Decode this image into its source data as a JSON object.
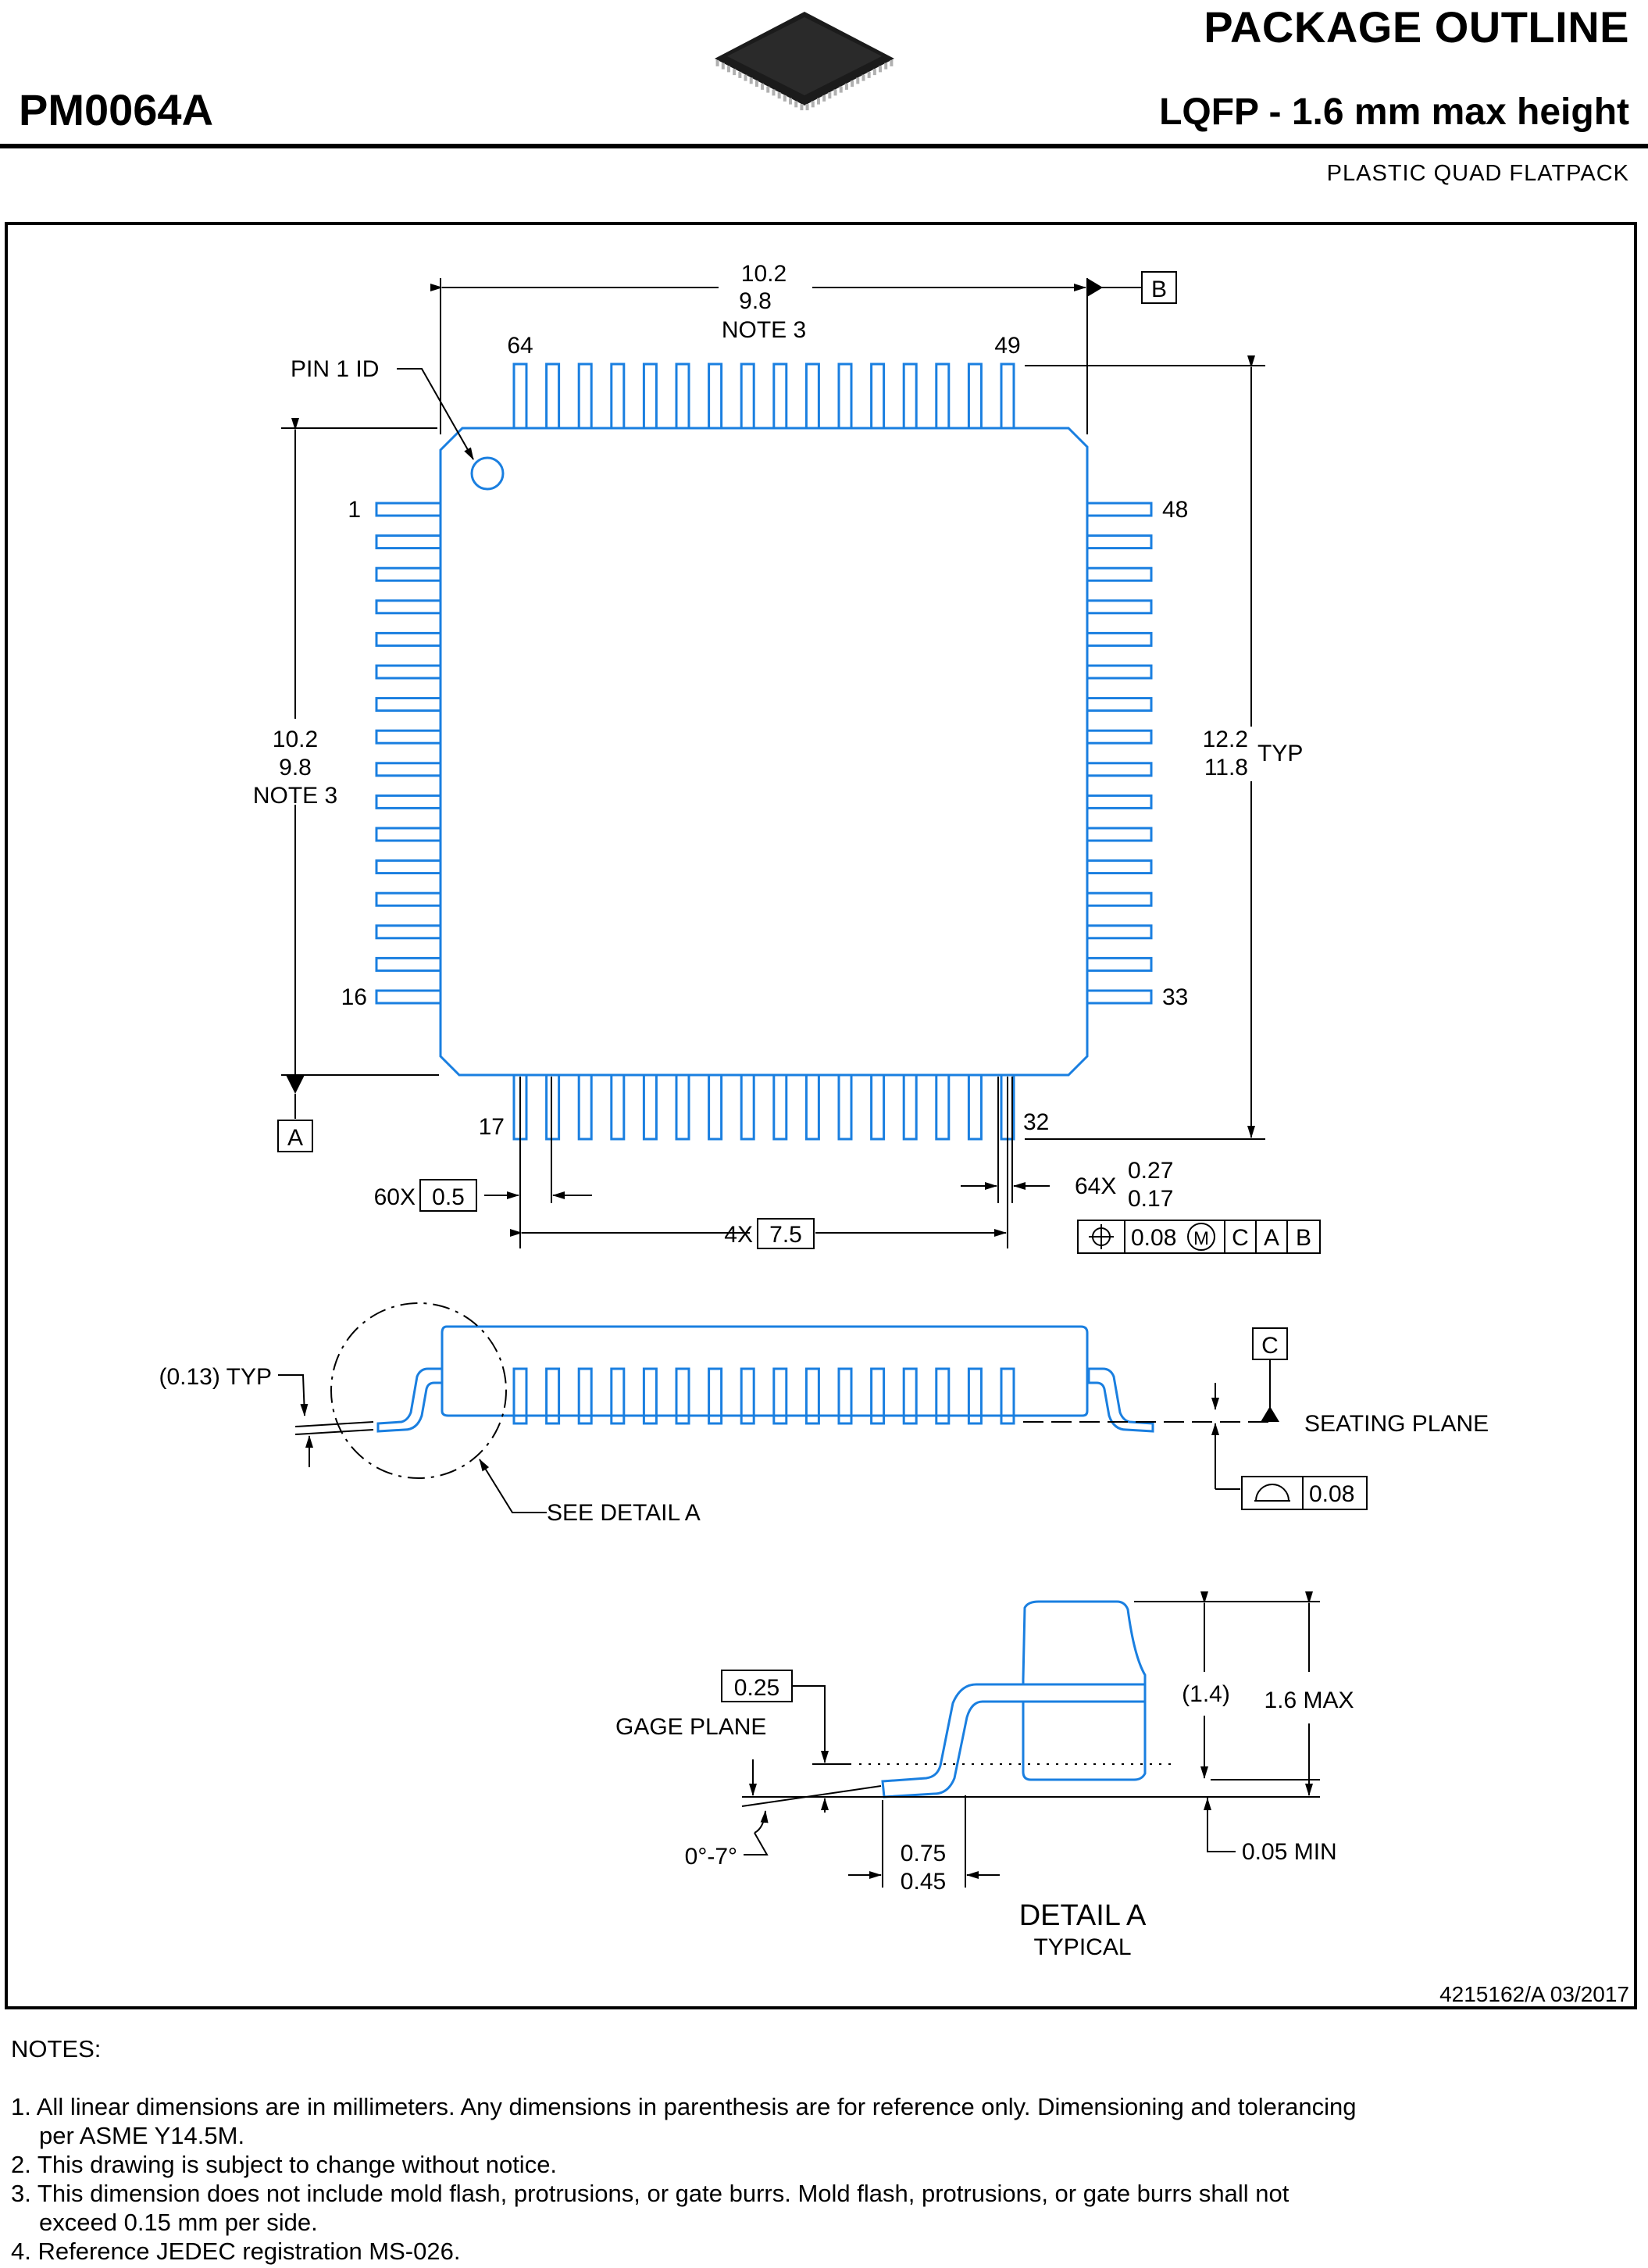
{
  "header": {
    "title": "PACKAGE OUTLINE",
    "code": "PM0064A",
    "subtitle": "LQFP - 1.6 mm max height",
    "package_type": "PLASTIC QUAD FLATPACK",
    "thumbnail_icon": "ic-chip-icon"
  },
  "colors": {
    "outline": "#1a7fe0",
    "line": "#000000"
  },
  "top_view": {
    "width_dim": {
      "max": "10.2",
      "min": "9.8",
      "note": "NOTE 3"
    },
    "height_dim": {
      "max": "10.2",
      "min": "9.8",
      "note": "NOTE 3"
    },
    "span_dim": {
      "max": "12.2",
      "min": "11.8",
      "suffix": "TYP"
    },
    "pin1_label": "PIN 1 ID",
    "pins": {
      "p64": "64",
      "p49": "49",
      "p1": "1",
      "p48": "48",
      "p16": "16",
      "p33": "33",
      "p17": "17",
      "p32": "32"
    },
    "datum_a": "A",
    "datum_b": "B",
    "pitch_prefix": "60X",
    "pitch": "0.5",
    "width_prefix": "64X",
    "lead_width": {
      "max": "0.27",
      "min": "0.17"
    },
    "span_prefix": "4X",
    "span": "7.5",
    "fcf": {
      "value": "0.08",
      "ref1": "C",
      "ref2": "A",
      "ref3": "B"
    }
  },
  "side_view": {
    "lead_thickness": "(0.13) TYP",
    "datum_c": "C",
    "seating_plane": "SEATING PLANE",
    "see_detail": "SEE DETAIL A",
    "coplanarity": "0.08"
  },
  "detail": {
    "gage": "0.25",
    "gage_label": "GAGE PLANE",
    "body_height": "(1.4)",
    "max_height": "1.6 MAX",
    "angle": "0°-7°",
    "foot": {
      "max": "0.75",
      "min": "0.45"
    },
    "standoff": "0.05 MIN",
    "title": "DETAIL  A",
    "subtitle": "TYPICAL"
  },
  "doc_id": "4215162/A   03/2017",
  "notes": {
    "heading": "NOTES:",
    "n1a": "1. All linear dimensions are in millimeters. Any dimensions in parenthesis are for reference only. Dimensioning and tolerancing",
    "n1b": "per ASME Y14.5M.",
    "n2": "2. This drawing is subject to change without notice.",
    "n3a": "3. This dimension does not include mold flash, protrusions, or gate burrs. Mold flash, protrusions, or gate burrs shall not",
    "n3b": "exceed 0.15 mm per side.",
    "n4": "4. Reference JEDEC registration MS-026."
  }
}
